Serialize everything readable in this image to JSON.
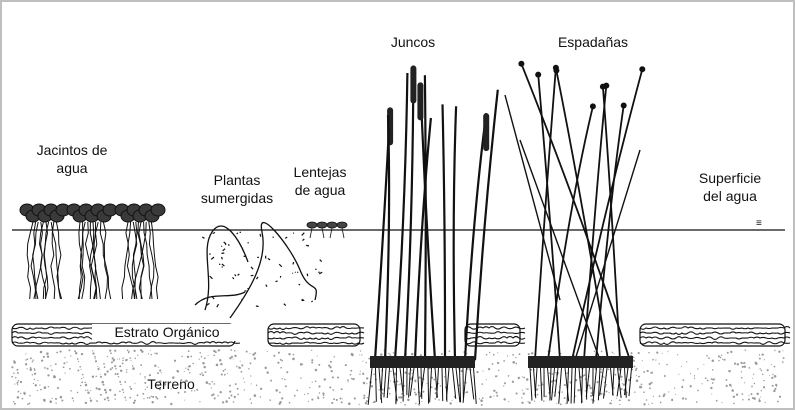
{
  "labels": {
    "juncos": "Juncos",
    "espadanas": "Espadañas",
    "jacintos_line1": "Jacintos de",
    "jacintos_line2": "agua",
    "plantas_line1": "Plantas",
    "plantas_line2": "sumergidas",
    "lentejas_line1": "Lentejas",
    "lentejas_line2": "de agua",
    "superficie_line1": "Superficie",
    "superficie_line2": "del agua",
    "estrato": "Estrato Orgánico",
    "terreno": "Terreno"
  },
  "colors": {
    "ink": "#111111",
    "paper": "#ffffff",
    "soil_dot": "#9a9a9a",
    "frame": "#bfbfbf"
  }
}
